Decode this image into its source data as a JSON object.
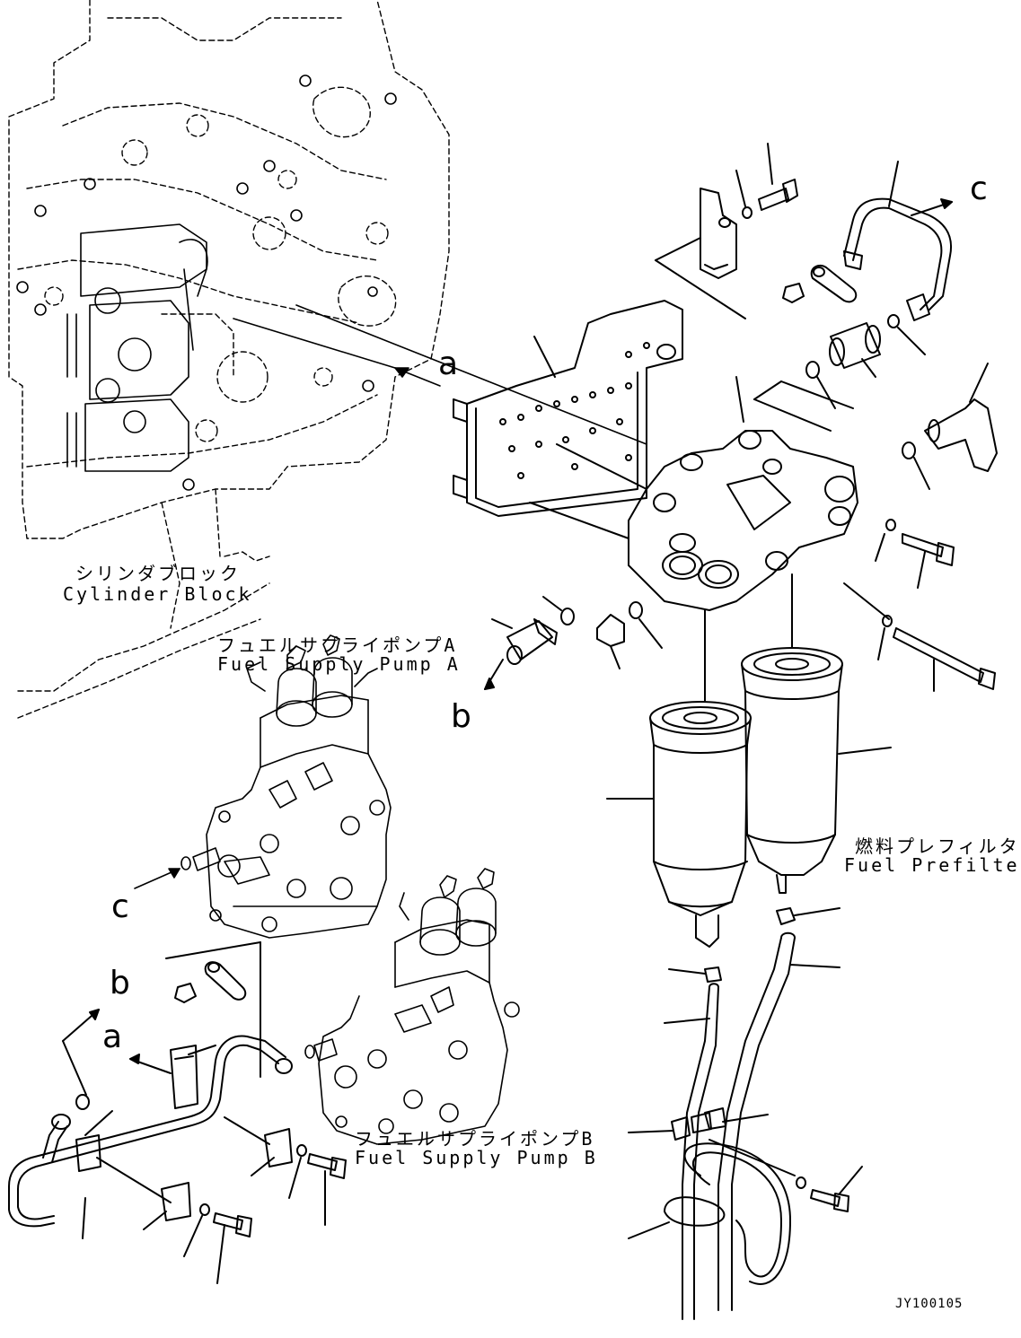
{
  "labels": {
    "cylinder_block_jp": "シリンダブロック",
    "cylinder_block_en": "Cylinder Block",
    "pump_a_jp": "フュエルサプライポンプA",
    "pump_a_en": "Fuel Supply Pump A",
    "pump_b_jp": "フュエルサプライポンプB",
    "pump_b_en": "Fuel Supply Pump B",
    "prefilter_jp": "燃料プレフィルタ",
    "prefilter_en": "Fuel Prefilter"
  },
  "callouts": {
    "a_top": "a",
    "a_bottom": "a",
    "b_top": "b",
    "b_bottom": "b",
    "c_top": "c",
    "c_bottom": "c"
  },
  "figure_code": "JY100105",
  "line_color": "#000000"
}
